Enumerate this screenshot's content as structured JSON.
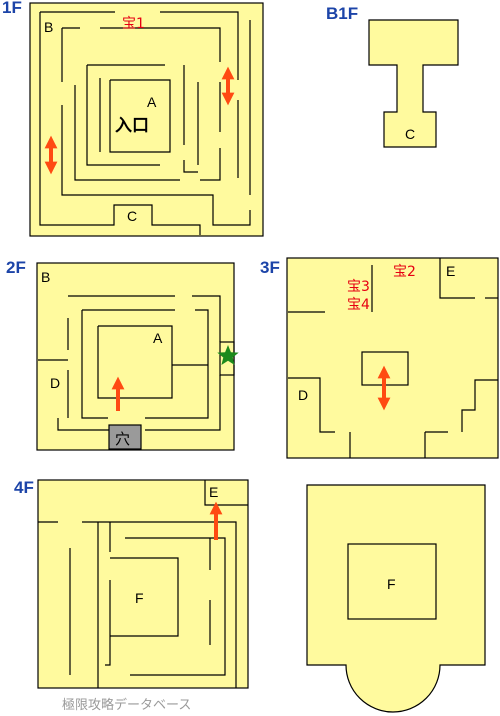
{
  "floors": {
    "f1": "1F",
    "b1": "B1F",
    "f2": "2F",
    "f3": "3F",
    "f4": "4F"
  },
  "markers": {
    "f1_b": "B",
    "f1_treasure1": "宝1",
    "f1_a": "A",
    "f1_entrance": "入口",
    "f1_c": "C",
    "b1_c": "C",
    "f2_b": "B",
    "f2_a": "A",
    "f2_d": "D",
    "f2_hole": "穴",
    "f3_treasure2": "宝2",
    "f3_treasure3": "宝3",
    "f3_treasure4": "宝4",
    "f3_e": "E",
    "f3_d": "D",
    "f4_e": "E",
    "f4_f": "F",
    "f5_f": "F"
  },
  "footer": "極限攻略データベース",
  "colors": {
    "floor": "#fffa9e",
    "wall": "#000000",
    "arrow": "#ff4a12",
    "label": "#1c44a8",
    "treasure": "#e60012",
    "hole": "#9a9a9a",
    "star": "#1c8a1c"
  }
}
